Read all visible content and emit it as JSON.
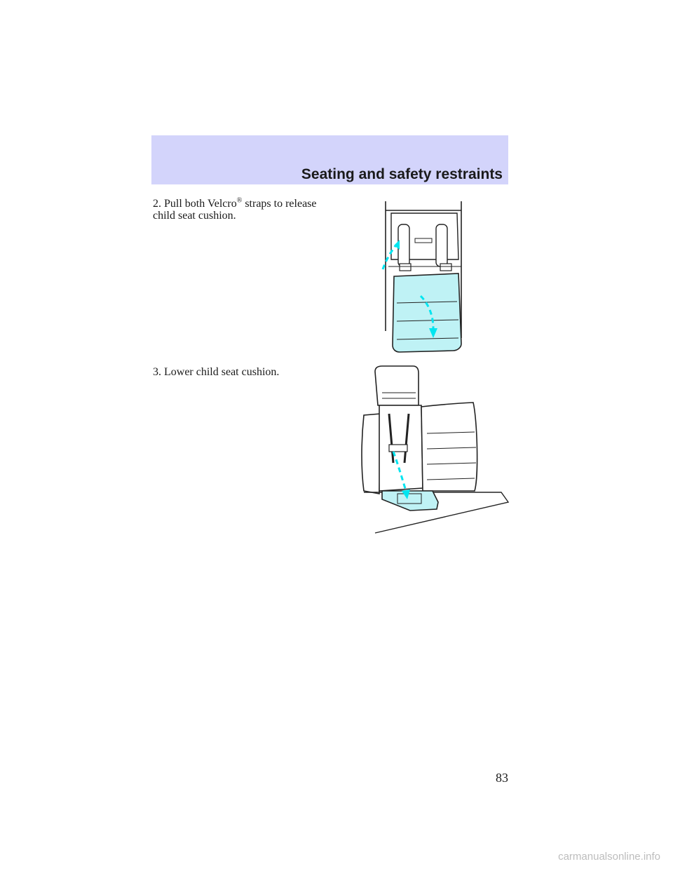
{
  "header": {
    "section_title": "Seating and safety restraints"
  },
  "steps": [
    {
      "text": "2. Pull both Velcro",
      "trademark": "®",
      "text_after": "straps to release child seat cushion."
    },
    {
      "text": "3. Lower child seat cushion."
    }
  ],
  "figures": [
    {
      "name": "velcro-straps-release-illustration",
      "arrow_color": "#00e5f0",
      "cushion_color": "#bff2f5"
    },
    {
      "name": "lower-child-seat-cushion-illustration",
      "arrow_color": "#00e5f0",
      "cushion_color": "#bff2f5"
    }
  ],
  "page_number": "83",
  "watermark": "carmanualsonline.info"
}
